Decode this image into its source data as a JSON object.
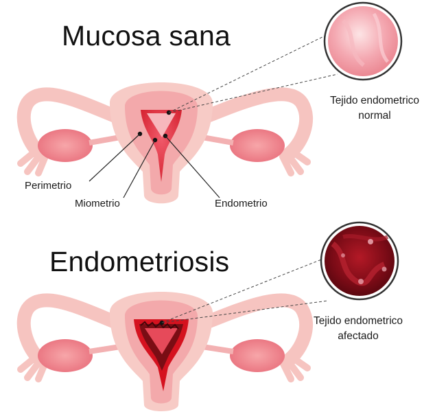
{
  "diagram": {
    "top": {
      "title": "Mucosa sana",
      "callout": {
        "line1": "Tejido endometrico",
        "line2": "normal"
      },
      "labels": {
        "perimetrio": "Perimetrio",
        "miometrio": "Miometrio",
        "endometrio": "Endometrio"
      }
    },
    "bottom": {
      "title": "Endometriosis",
      "callout": {
        "line1": "Tejido endometrico",
        "line2": "afectado"
      }
    }
  },
  "colors": {
    "tissue_light": "#f6c8c3",
    "tissue_mid": "#f2a6a4",
    "tissue_dark": "#e56b78",
    "endometrio_red": "#d91f2a",
    "affected_dark": "#6d0b11"
  }
}
